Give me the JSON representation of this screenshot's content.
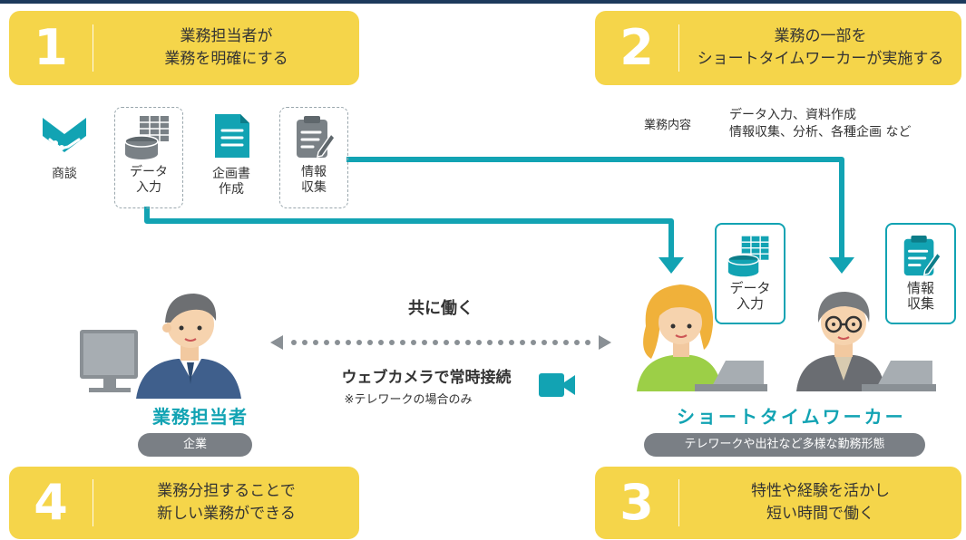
{
  "steps": [
    {
      "number": "1",
      "text": "業務担当者が\n業務を明確にする"
    },
    {
      "number": "2",
      "text": "業務の一部を\nショートタイムワーカーが実施する"
    },
    {
      "number": "3",
      "text": "特性や経験を活かし\n短い時間で働く"
    },
    {
      "number": "4",
      "text": "業務分担することで\n新しい業務ができる"
    }
  ],
  "tasks": {
    "negotiation": "商談",
    "data_entry": "データ\n入力",
    "proposal": "企画書\n作成",
    "info_collection": "情報\n収集"
  },
  "task_content": {
    "label": "業務内容",
    "line1": "データ入力、資料作成",
    "line2": "情報収集、分析、各種企画 など"
  },
  "center": {
    "work_together": "共に働く",
    "webcam": "ウェブカメラで常時接続",
    "telework_note": "※テレワークの場合のみ"
  },
  "left_person": {
    "role": "業務担当者",
    "badge": "企業"
  },
  "right_people": {
    "role": "ショートタイムワーカー",
    "badge": "テレワークや出社など多様な勤務形態",
    "task1": "データ\n入力",
    "task2": "情報\n収集"
  },
  "colors": {
    "yellow": "#f5d54a",
    "teal": "#12a3b3",
    "gray_badge": "#7a7f85"
  },
  "icons": [
    "handshake-icon",
    "database-icon",
    "document-icon",
    "clipboard-icon",
    "webcam-icon"
  ]
}
